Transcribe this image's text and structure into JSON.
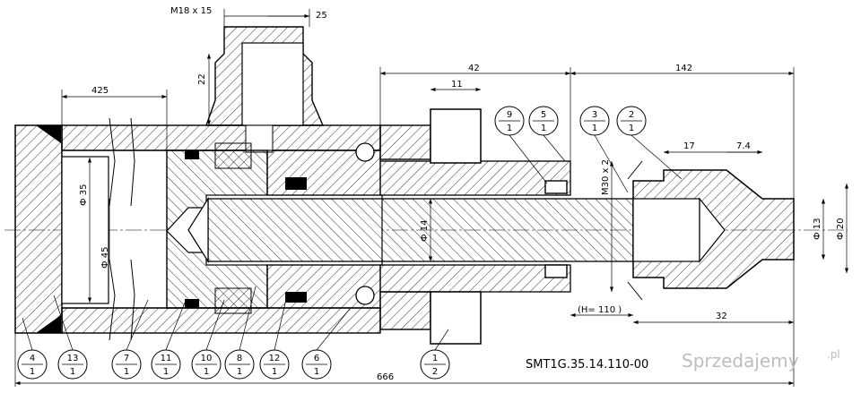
{
  "drawing": {
    "code": "SMT1G.35.14.110-00",
    "watermark": "Sprzedajemy",
    "watermark_tld": ".pl"
  },
  "dimensions": {
    "thread_port": "M18 x 15",
    "port_width": "25",
    "port_height": "22",
    "cap_len": "425",
    "nut_width": "11",
    "rod_len": "42",
    "total_right": "142",
    "clevis_len": "17",
    "clevis_hex": "7.4",
    "bore_inner": "Ф 35",
    "bore_outer": "Ф 45",
    "rod_dia": "Ф 14",
    "thread_rod": "M30 x 2",
    "pin_small": "Ф 13",
    "pin_large": "Ф 20",
    "stroke": "(H= 110 )",
    "clevis_tail": "32",
    "overall": "666"
  },
  "callouts_bottom": [
    {
      "top": "4",
      "bottom": "1"
    },
    {
      "top": "13",
      "bottom": "1"
    },
    {
      "top": "7",
      "bottom": "1"
    },
    {
      "top": "11",
      "bottom": "1"
    },
    {
      "top": "10",
      "bottom": "1"
    },
    {
      "top": "8",
      "bottom": "1"
    },
    {
      "top": "12",
      "bottom": "1"
    },
    {
      "top": "6",
      "bottom": "1"
    },
    {
      "top": "1",
      "bottom": "2"
    }
  ],
  "callouts_top": [
    {
      "top": "9",
      "bottom": "1"
    },
    {
      "top": "5",
      "bottom": "1"
    },
    {
      "top": "3",
      "bottom": "1"
    },
    {
      "top": "2",
      "bottom": "1"
    }
  ]
}
